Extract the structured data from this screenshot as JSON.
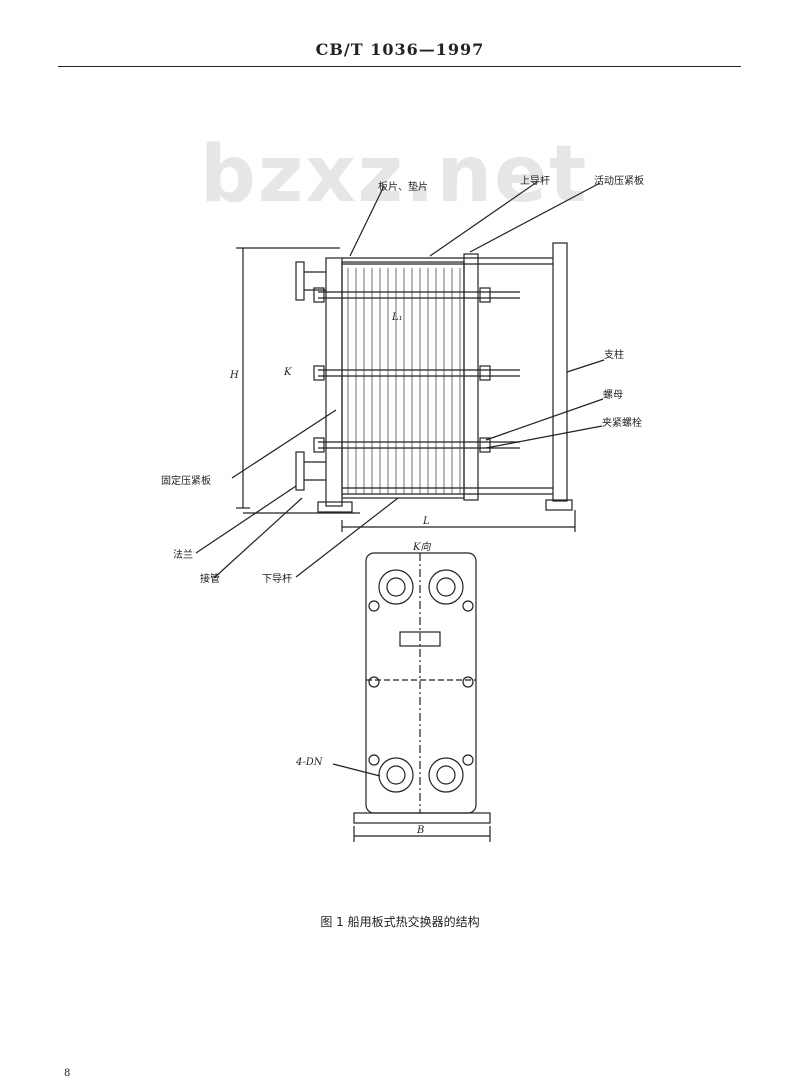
{
  "header": {
    "standard_code": "CB/T 1036—1997"
  },
  "watermark": "bzxz.net",
  "labels": {
    "plate_gasket": "板片、垫片",
    "upper_guide_bar": "上导杆",
    "movable_pressure_plate": "活动压紧板",
    "column": "支柱",
    "nut": "螺母",
    "clamping_bolt": "夹紧螺栓",
    "fixed_pressure_plate": "固定压紧板",
    "flange": "法兰",
    "nozzle": "接管",
    "lower_guide_bar": "下导杆",
    "dn": "4-DN"
  },
  "dimensions": {
    "H": "H",
    "L1": "L₁",
    "K": "K",
    "L": "L",
    "K_view": "K向",
    "B": "B"
  },
  "caption": "图 1  船用板式热交换器的结构",
  "page_number": "8"
}
